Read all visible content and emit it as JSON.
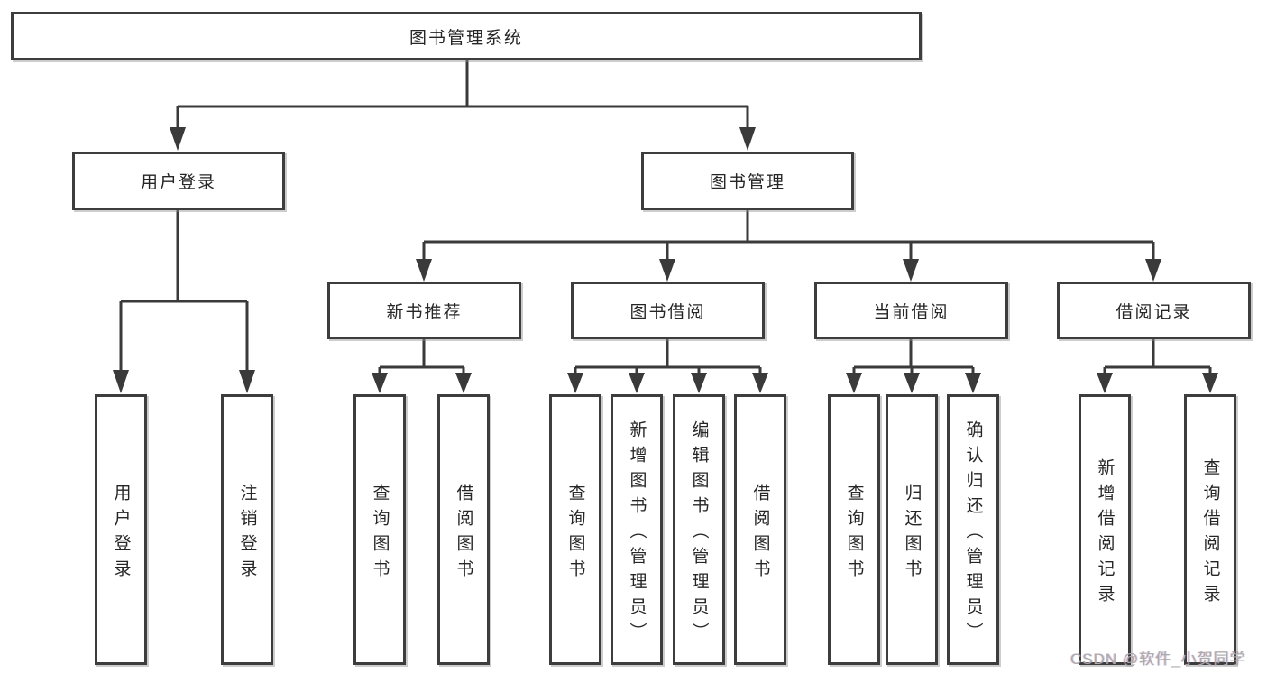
{
  "title": "图书管理系统",
  "level2": {
    "user_login": "用户登录",
    "book_mgmt": "图书管理"
  },
  "level3": {
    "new_books": "新书推荐",
    "borrowing": "图书借阅",
    "current": "当前借阅",
    "records": "借阅记录"
  },
  "leaves": {
    "user_login": [
      "用户登录",
      "注销登录"
    ],
    "new_books": [
      "查询图书",
      "借阅图书"
    ],
    "borrowing": [
      "查询图书",
      "新增图书（管理员）",
      "编辑图书（管理员）",
      "借阅图书"
    ],
    "current": [
      "查询图书",
      "归还图书",
      "确认归还（管理员）"
    ],
    "records": [
      "新增借阅记录",
      "查询借阅记录"
    ]
  },
  "watermark": "CSDN @软件_小贺同学",
  "colors": {
    "line": "#3a3a3a",
    "box_border": "#3d3d3d",
    "text": "#262626",
    "watermark": "#ababab"
  }
}
